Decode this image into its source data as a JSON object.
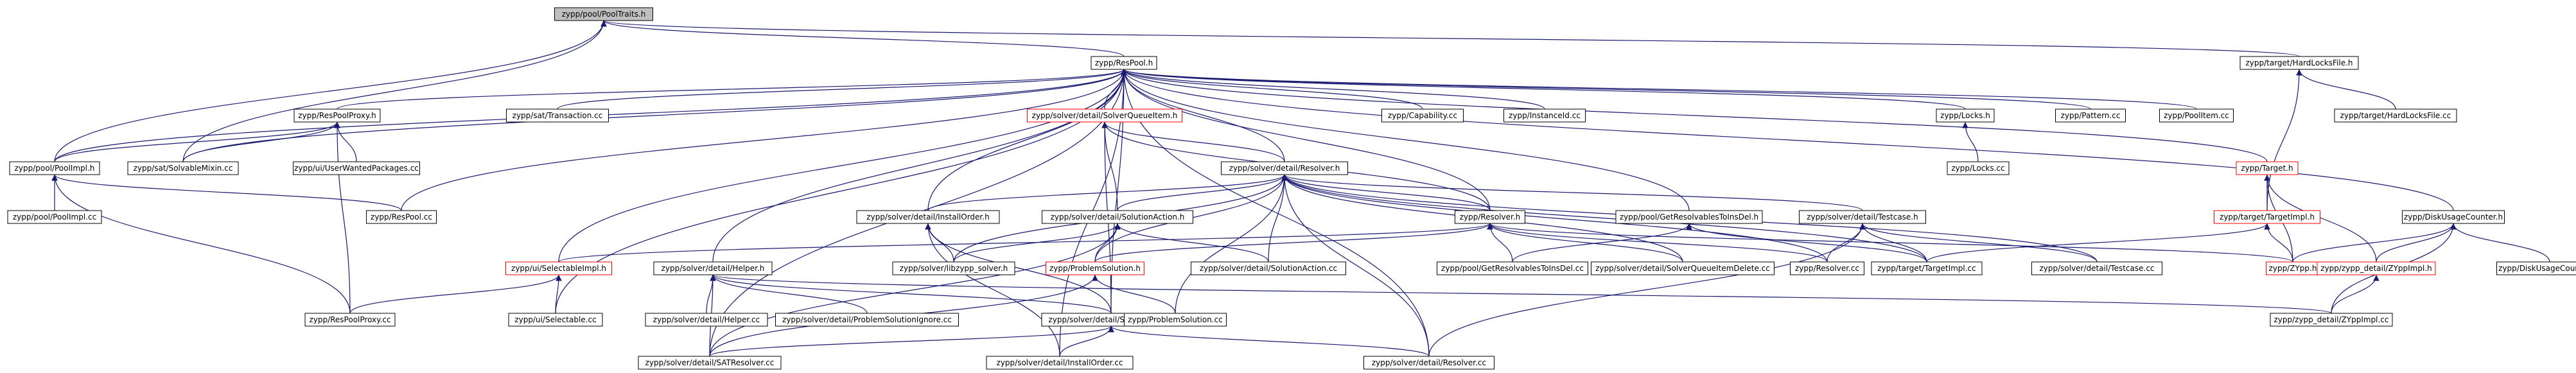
{
  "colors": {
    "edge": "#191970",
    "node_border": "#000000",
    "node_border_incomplete": "#ff0000",
    "node_fill": "#ffffff",
    "root_fill": "#bfbfbf",
    "text": "#000000"
  },
  "nodes": [
    {
      "id": "n0",
      "label": "zypp/pool/PoolTraits.h",
      "root": true
    },
    {
      "id": "n1",
      "label": "zypp/ResPool.h"
    },
    {
      "id": "n2",
      "label": "zypp/target/HardLocksFile.h"
    },
    {
      "id": "n3",
      "label": "zypp/ResPoolProxy.h"
    },
    {
      "id": "n4",
      "label": "zypp/sat/Transaction.cc"
    },
    {
      "id": "n5",
      "label": "zypp/solver/detail/SolverQueueItem.h",
      "incomplete": true
    },
    {
      "id": "n6",
      "label": "zypp/Capability.cc"
    },
    {
      "id": "n7",
      "label": "zypp/InstanceId.cc"
    },
    {
      "id": "n8",
      "label": "zypp/Locks.h"
    },
    {
      "id": "n9",
      "label": "zypp/Pattern.cc"
    },
    {
      "id": "n10",
      "label": "zypp/PoolItem.cc"
    },
    {
      "id": "n11",
      "label": "zypp/target/HardLocksFile.cc"
    },
    {
      "id": "n12",
      "label": "zypp/pool/PoolImpl.h"
    },
    {
      "id": "n13",
      "label": "zypp/sat/SolvableMixin.cc"
    },
    {
      "id": "n14",
      "label": "zypp/ui/UserWantedPackages.cc"
    },
    {
      "id": "n15",
      "label": "zypp/solver/detail/Resolver.h"
    },
    {
      "id": "n16",
      "label": "zypp/Locks.cc"
    },
    {
      "id": "n17",
      "label": "zypp/Target.h",
      "incomplete": true
    },
    {
      "id": "n18",
      "label": "zypp/pool/PoolImpl.cc"
    },
    {
      "id": "n19",
      "label": "zypp/ResPool.cc"
    },
    {
      "id": "n20",
      "label": "zypp/solver/detail/InstallOrder.h"
    },
    {
      "id": "n21",
      "label": "zypp/solver/detail/SolutionAction.h"
    },
    {
      "id": "n22",
      "label": "zypp/Resolver.h"
    },
    {
      "id": "n23",
      "label": "zypp/pool/GetResolvablesToInsDel.h"
    },
    {
      "id": "n24",
      "label": "zypp/solver/detail/Testcase.h"
    },
    {
      "id": "n25",
      "label": "zypp/target/TargetImpl.h",
      "incomplete": true
    },
    {
      "id": "n26",
      "label": "zypp/DiskUsageCounter.h"
    },
    {
      "id": "n27",
      "label": "zypp/ui/SelectableImpl.h",
      "incomplete": true
    },
    {
      "id": "n28",
      "label": "zypp/solver/detail/Helper.h"
    },
    {
      "id": "n29",
      "label": "zypp/solver/libzypp_solver.h"
    },
    {
      "id": "n30",
      "label": "zypp/ProblemSolution.h",
      "incomplete": true
    },
    {
      "id": "n31",
      "label": "zypp/solver/detail/SolutionAction.cc"
    },
    {
      "id": "n32",
      "label": "zypp/pool/GetResolvablesToInsDel.cc"
    },
    {
      "id": "n33",
      "label": "zypp/solver/detail/SolverQueueItemDelete.cc"
    },
    {
      "id": "n34",
      "label": "zypp/Resolver.cc"
    },
    {
      "id": "n35",
      "label": "zypp/target/TargetImpl.cc"
    },
    {
      "id": "n36",
      "label": "zypp/solver/detail/Testcase.cc"
    },
    {
      "id": "n37",
      "label": "zypp/ZYpp.h",
      "incomplete": true
    },
    {
      "id": "n38",
      "label": "zypp/zypp_detail/ZYppImpl.h",
      "incomplete": true
    },
    {
      "id": "n39",
      "label": "zypp/DiskUsageCounter.cc"
    },
    {
      "id": "n40",
      "label": "zypp/ResPoolProxy.cc"
    },
    {
      "id": "n41",
      "label": "zypp/ui/Selectable.cc"
    },
    {
      "id": "n42",
      "label": "zypp/solver/detail/Helper.cc"
    },
    {
      "id": "n43",
      "label": "zypp/solver/detail/ProblemSolutionIgnore.cc"
    },
    {
      "id": "n44",
      "label": "zypp/solver/detail/SATResolver.h"
    },
    {
      "id": "n45",
      "label": "zypp/ProblemSolution.cc"
    },
    {
      "id": "n46",
      "label": "zypp/zypp_detail/ZYppImpl.cc"
    },
    {
      "id": "n47",
      "label": "zypp/solver/detail/SATResolver.cc"
    },
    {
      "id": "n48",
      "label": "zypp/solver/detail/InstallOrder.cc"
    },
    {
      "id": "n49",
      "label": "zypp/solver/detail/Resolver.cc"
    }
  ],
  "edges": [
    [
      "n1",
      "n0"
    ],
    [
      "n12",
      "n0"
    ],
    [
      "n13",
      "n0"
    ],
    [
      "n2",
      "n0"
    ],
    [
      "n3",
      "n1"
    ],
    [
      "n4",
      "n1"
    ],
    [
      "n5",
      "n1"
    ],
    [
      "n6",
      "n1"
    ],
    [
      "n7",
      "n1"
    ],
    [
      "n8",
      "n1"
    ],
    [
      "n9",
      "n1"
    ],
    [
      "n10",
      "n1"
    ],
    [
      "n12",
      "n1"
    ],
    [
      "n15",
      "n1"
    ],
    [
      "n17",
      "n1"
    ],
    [
      "n19",
      "n1"
    ],
    [
      "n20",
      "n1"
    ],
    [
      "n22",
      "n1"
    ],
    [
      "n23",
      "n1"
    ],
    [
      "n26",
      "n1"
    ],
    [
      "n27",
      "n1"
    ],
    [
      "n28",
      "n1"
    ],
    [
      "n44",
      "n1"
    ],
    [
      "n47",
      "n1"
    ],
    [
      "n49",
      "n1"
    ],
    [
      "n13",
      "n1"
    ],
    [
      "n48",
      "n1"
    ],
    [
      "n41",
      "n1"
    ],
    [
      "n11",
      "n2"
    ],
    [
      "n25",
      "n2"
    ],
    [
      "n12",
      "n3"
    ],
    [
      "n13",
      "n3"
    ],
    [
      "n14",
      "n3"
    ],
    [
      "n40",
      "n3"
    ],
    [
      "n15",
      "n5"
    ],
    [
      "n21",
      "n5"
    ],
    [
      "n44",
      "n5"
    ],
    [
      "n22",
      "n5"
    ],
    [
      "n16",
      "n8"
    ],
    [
      "n18",
      "n12"
    ],
    [
      "n19",
      "n12"
    ],
    [
      "n40",
      "n12"
    ],
    [
      "n20",
      "n15"
    ],
    [
      "n21",
      "n15"
    ],
    [
      "n22",
      "n15"
    ],
    [
      "n24",
      "n15"
    ],
    [
      "n29",
      "n15"
    ],
    [
      "n30",
      "n15"
    ],
    [
      "n31",
      "n15"
    ],
    [
      "n45",
      "n15"
    ],
    [
      "n49",
      "n15"
    ],
    [
      "n33",
      "n15"
    ],
    [
      "n34",
      "n15"
    ],
    [
      "n35",
      "n15"
    ],
    [
      "n36",
      "n15"
    ],
    [
      "n25",
      "n17"
    ],
    [
      "n37",
      "n17"
    ],
    [
      "n38",
      "n17"
    ],
    [
      "n29",
      "n20"
    ],
    [
      "n48",
      "n20"
    ],
    [
      "n44",
      "n20"
    ],
    [
      "n29",
      "n21"
    ],
    [
      "n30",
      "n21"
    ],
    [
      "n31",
      "n21"
    ],
    [
      "n47",
      "n21"
    ],
    [
      "n30",
      "n22"
    ],
    [
      "n32",
      "n22"
    ],
    [
      "n34",
      "n22"
    ],
    [
      "n37",
      "n22"
    ],
    [
      "n27",
      "n22"
    ],
    [
      "n33",
      "n22"
    ],
    [
      "n32",
      "n23"
    ],
    [
      "n35",
      "n23"
    ],
    [
      "n34",
      "n24"
    ],
    [
      "n35",
      "n24"
    ],
    [
      "n36",
      "n24"
    ],
    [
      "n49",
      "n24"
    ],
    [
      "n35",
      "n25"
    ],
    [
      "n37",
      "n25"
    ],
    [
      "n37",
      "n26"
    ],
    [
      "n38",
      "n26"
    ],
    [
      "n39",
      "n26"
    ],
    [
      "n46",
      "n26"
    ],
    [
      "n40",
      "n27"
    ],
    [
      "n41",
      "n27"
    ],
    [
      "n42",
      "n28"
    ],
    [
      "n43",
      "n28"
    ],
    [
      "n44",
      "n28"
    ],
    [
      "n47",
      "n28"
    ],
    [
      "n46",
      "n28"
    ],
    [
      "n45",
      "n30"
    ],
    [
      "n47",
      "n30"
    ],
    [
      "n46",
      "n38"
    ],
    [
      "n47",
      "n44"
    ],
    [
      "n48",
      "n44"
    ],
    [
      "n49",
      "n44"
    ]
  ]
}
